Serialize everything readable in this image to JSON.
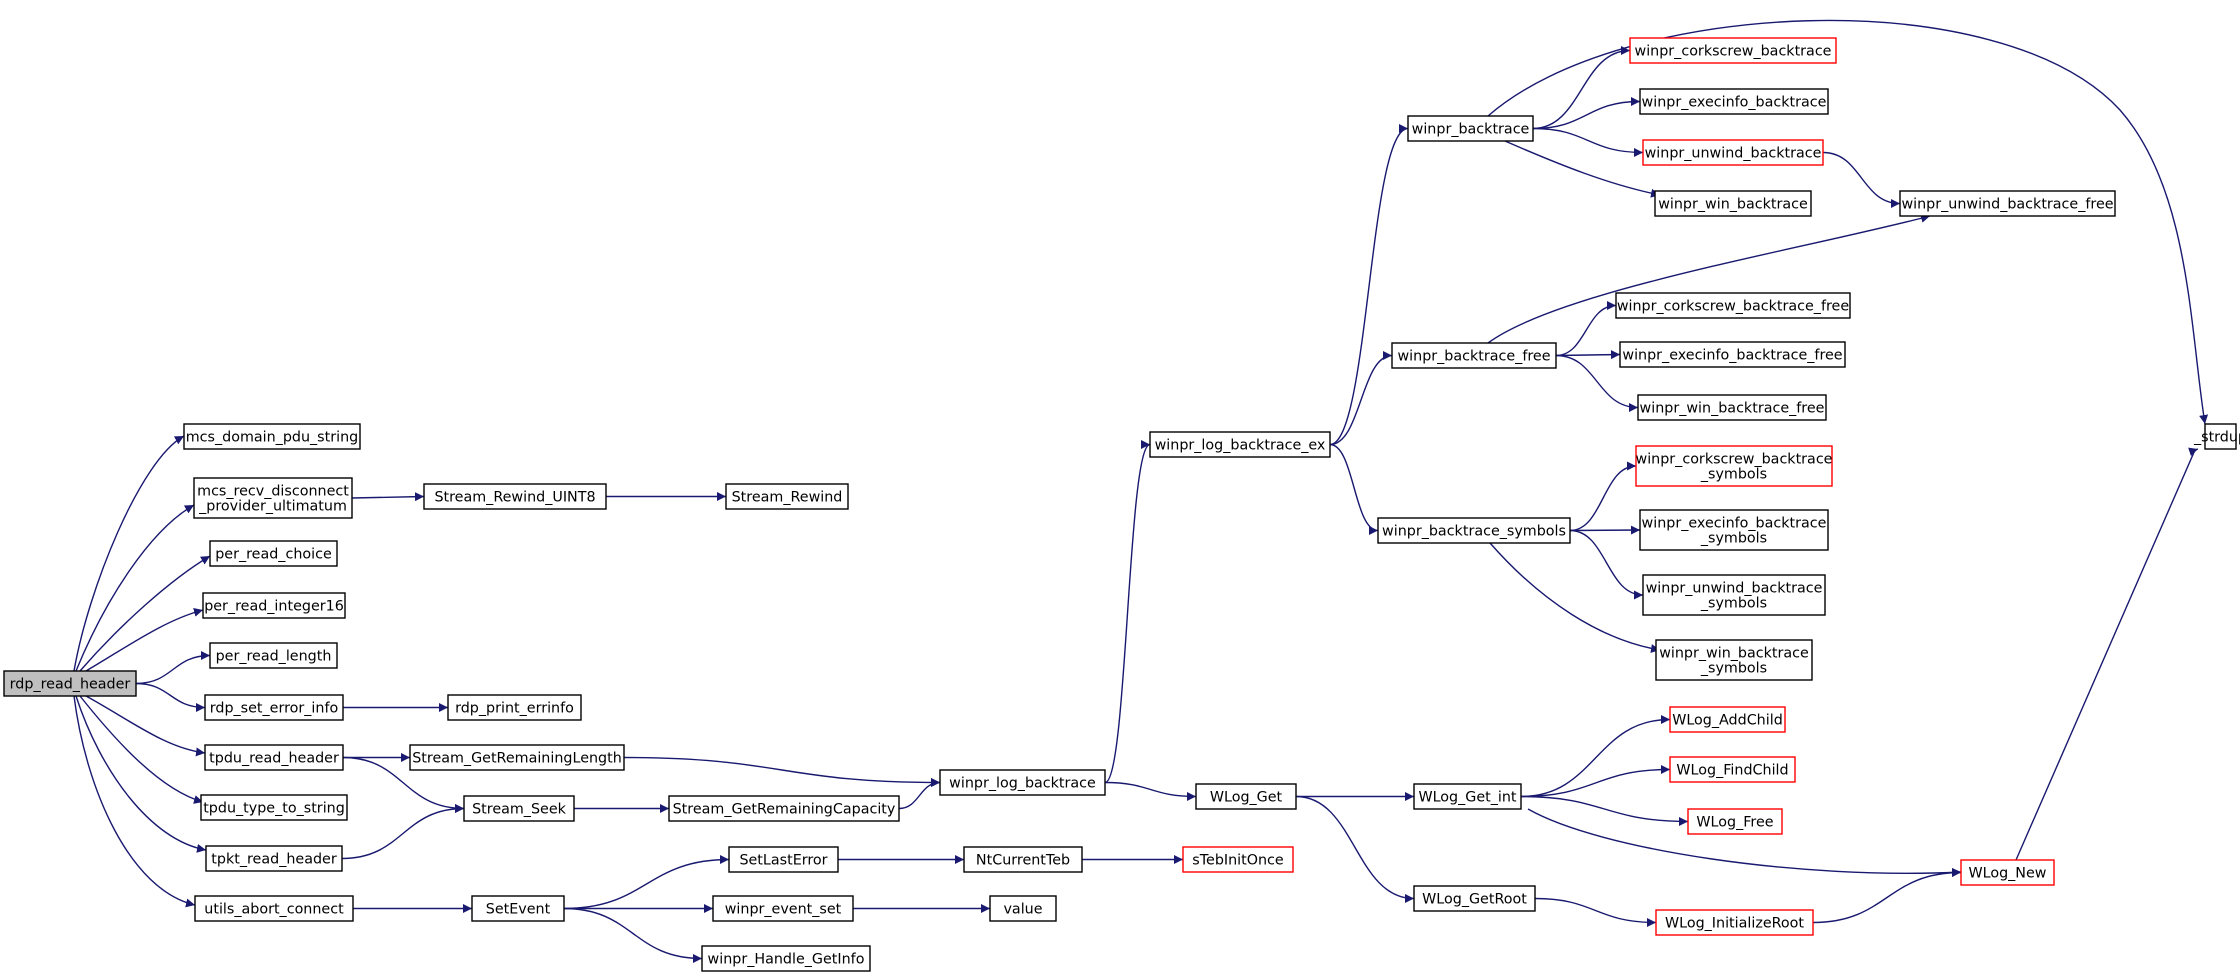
{
  "colors": {
    "edge": "#191970",
    "node_border": "#000000",
    "truncated_border": "#ff0000",
    "root_fill": "#bfbfbf",
    "node_fill": "#ffffff"
  },
  "nodes": {
    "rdp_read_header": [
      "rdp_read_header"
    ],
    "mcs_domain_pdu_string": [
      "mcs_domain_pdu_string"
    ],
    "mcs_recv_disconnect": [
      "mcs_recv_disconnect",
      "_provider_ultimatum"
    ],
    "per_read_choice": [
      "per_read_choice"
    ],
    "per_read_integer16": [
      "per_read_integer16"
    ],
    "per_read_length": [
      "per_read_length"
    ],
    "rdp_set_error_info": [
      "rdp_set_error_info"
    ],
    "tpdu_read_header": [
      "tpdu_read_header"
    ],
    "tpdu_type_to_string": [
      "tpdu_type_to_string"
    ],
    "tpkt_read_header": [
      "tpkt_read_header"
    ],
    "utils_abort_connect": [
      "utils_abort_connect"
    ],
    "Stream_Rewind_UINT8": [
      "Stream_Rewind_UINT8"
    ],
    "Stream_Rewind": [
      "Stream_Rewind"
    ],
    "rdp_print_errinfo": [
      "rdp_print_errinfo"
    ],
    "Stream_GetRemainingLength": [
      "Stream_GetRemainingLength"
    ],
    "Stream_Seek": [
      "Stream_Seek"
    ],
    "Stream_GetRemainingCapacity": [
      "Stream_GetRemainingCapacity"
    ],
    "SetEvent": [
      "SetEvent"
    ],
    "SetLastError": [
      "SetLastError"
    ],
    "winpr_event_set": [
      "winpr_event_set"
    ],
    "winpr_Handle_GetInfo": [
      "winpr_Handle_GetInfo"
    ],
    "NtCurrentTeb": [
      "NtCurrentTeb"
    ],
    "value": [
      "value"
    ],
    "sTebInitOnce": [
      "sTebInitOnce"
    ],
    "winpr_log_backtrace": [
      "winpr_log_backtrace"
    ],
    "winpr_log_backtrace_ex": [
      "winpr_log_backtrace_ex"
    ],
    "WLog_Get": [
      "WLog_Get"
    ],
    "WLog_Get_int": [
      "WLog_Get_int"
    ],
    "WLog_GetRoot": [
      "WLog_GetRoot"
    ],
    "WLog_InitializeRoot": [
      "WLog_InitializeRoot"
    ],
    "WLog_AddChild": [
      "WLog_AddChild"
    ],
    "WLog_FindChild": [
      "WLog_FindChild"
    ],
    "WLog_Free": [
      "WLog_Free"
    ],
    "WLog_New": [
      "WLog_New"
    ],
    "winpr_backtrace": [
      "winpr_backtrace"
    ],
    "winpr_backtrace_free": [
      "winpr_backtrace_free"
    ],
    "winpr_backtrace_symbols": [
      "winpr_backtrace_symbols"
    ],
    "winpr_corkscrew_backtrace": [
      "winpr_corkscrew_backtrace"
    ],
    "winpr_execinfo_backtrace": [
      "winpr_execinfo_backtrace"
    ],
    "winpr_unwind_backtrace": [
      "winpr_unwind_backtrace"
    ],
    "winpr_win_backtrace": [
      "winpr_win_backtrace"
    ],
    "winpr_unwind_backtrace_free": [
      "winpr_unwind_backtrace_free"
    ],
    "winpr_corkscrew_backtrace_free": [
      "winpr_corkscrew_backtrace_free"
    ],
    "winpr_execinfo_backtrace_free": [
      "winpr_execinfo_backtrace_free"
    ],
    "winpr_win_backtrace_free": [
      "winpr_win_backtrace_free"
    ],
    "winpr_corkscrew_backtrace_symbols": [
      "winpr_corkscrew_backtrace",
      "_symbols"
    ],
    "winpr_execinfo_backtrace_symbols": [
      "winpr_execinfo_backtrace",
      "_symbols"
    ],
    "winpr_unwind_backtrace_symbols": [
      "winpr_unwind_backtrace",
      "_symbols"
    ],
    "winpr_win_backtrace_symbols": [
      "winpr_win_backtrace",
      "_symbols"
    ],
    "_strdup": [
      "_strdup"
    ]
  },
  "edges": [
    [
      "rdp_read_header",
      "mcs_domain_pdu_string"
    ],
    [
      "rdp_read_header",
      "mcs_recv_disconnect"
    ],
    [
      "rdp_read_header",
      "per_read_choice"
    ],
    [
      "rdp_read_header",
      "per_read_integer16"
    ],
    [
      "rdp_read_header",
      "per_read_length"
    ],
    [
      "rdp_read_header",
      "rdp_set_error_info"
    ],
    [
      "rdp_read_header",
      "tpdu_read_header"
    ],
    [
      "rdp_read_header",
      "tpdu_type_to_string"
    ],
    [
      "rdp_read_header",
      "tpkt_read_header"
    ],
    [
      "rdp_read_header",
      "utils_abort_connect"
    ],
    [
      "mcs_recv_disconnect",
      "Stream_Rewind_UINT8"
    ],
    [
      "Stream_Rewind_UINT8",
      "Stream_Rewind"
    ],
    [
      "rdp_set_error_info",
      "rdp_print_errinfo"
    ],
    [
      "tpdu_read_header",
      "Stream_GetRemainingLength"
    ],
    [
      "tpdu_read_header",
      "Stream_Seek"
    ],
    [
      "tpkt_read_header",
      "Stream_Seek"
    ],
    [
      "Stream_Seek",
      "Stream_GetRemainingCapacity"
    ],
    [
      "Stream_GetRemainingLength",
      "winpr_log_backtrace"
    ],
    [
      "Stream_GetRemainingCapacity",
      "winpr_log_backtrace"
    ],
    [
      "utils_abort_connect",
      "SetEvent"
    ],
    [
      "SetEvent",
      "SetLastError"
    ],
    [
      "SetEvent",
      "winpr_event_set"
    ],
    [
      "SetEvent",
      "winpr_Handle_GetInfo"
    ],
    [
      "SetLastError",
      "NtCurrentTeb"
    ],
    [
      "NtCurrentTeb",
      "sTebInitOnce"
    ],
    [
      "winpr_event_set",
      "value"
    ],
    [
      "winpr_log_backtrace",
      "winpr_log_backtrace_ex"
    ],
    [
      "winpr_log_backtrace",
      "WLog_Get"
    ],
    [
      "WLog_Get",
      "WLog_Get_int"
    ],
    [
      "WLog_Get",
      "WLog_GetRoot"
    ],
    [
      "WLog_GetRoot",
      "WLog_InitializeRoot"
    ],
    [
      "WLog_InitializeRoot",
      "WLog_New"
    ],
    [
      "WLog_Get_int",
      "WLog_AddChild"
    ],
    [
      "WLog_Get_int",
      "WLog_FindChild"
    ],
    [
      "WLog_Get_int",
      "WLog_Free"
    ],
    [
      "WLog_Get_int",
      "WLog_New"
    ],
    [
      "WLog_New",
      "_strdup"
    ],
    [
      "winpr_log_backtrace_ex",
      "winpr_backtrace"
    ],
    [
      "winpr_log_backtrace_ex",
      "winpr_backtrace_free"
    ],
    [
      "winpr_log_backtrace_ex",
      "winpr_backtrace_symbols"
    ],
    [
      "winpr_backtrace",
      "winpr_corkscrew_backtrace"
    ],
    [
      "winpr_backtrace",
      "winpr_execinfo_backtrace"
    ],
    [
      "winpr_backtrace",
      "winpr_unwind_backtrace"
    ],
    [
      "winpr_backtrace",
      "winpr_win_backtrace"
    ],
    [
      "winpr_backtrace",
      "_strdup"
    ],
    [
      "winpr_unwind_backtrace",
      "winpr_unwind_backtrace_free"
    ],
    [
      "winpr_backtrace_free",
      "winpr_unwind_backtrace_free"
    ],
    [
      "winpr_backtrace_free",
      "winpr_corkscrew_backtrace_free"
    ],
    [
      "winpr_backtrace_free",
      "winpr_execinfo_backtrace_free"
    ],
    [
      "winpr_backtrace_free",
      "winpr_win_backtrace_free"
    ],
    [
      "winpr_backtrace_symbols",
      "winpr_corkscrew_backtrace_symbols"
    ],
    [
      "winpr_backtrace_symbols",
      "winpr_execinfo_backtrace_symbols"
    ],
    [
      "winpr_backtrace_symbols",
      "winpr_unwind_backtrace_symbols"
    ],
    [
      "winpr_backtrace_symbols",
      "winpr_win_backtrace_symbols"
    ]
  ]
}
